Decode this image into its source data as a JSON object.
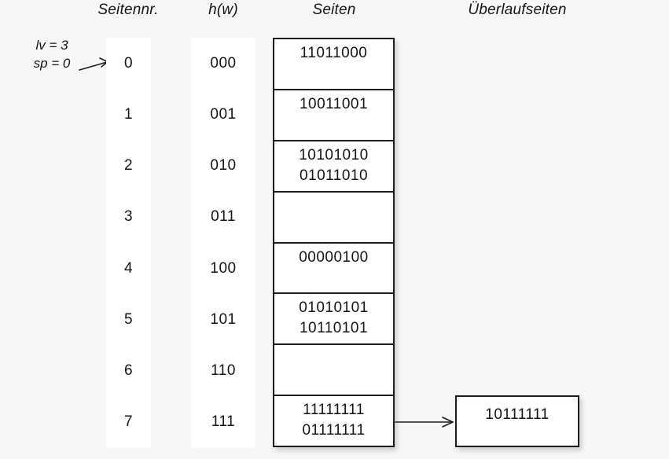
{
  "headers": {
    "page_no": "Seitennr.",
    "hash_fn": "h(w)",
    "pages": "Seiten",
    "overflow_pages": "Überlaufseiten"
  },
  "annotation": {
    "level": "lv = 3",
    "split_pointer": "sp = 0"
  },
  "table": {
    "rows": [
      {
        "page": "0",
        "hash": "000",
        "values": [
          "11011000"
        ]
      },
      {
        "page": "1",
        "hash": "001",
        "values": [
          "10011001"
        ]
      },
      {
        "page": "2",
        "hash": "010",
        "values": [
          "10101010",
          "01011010"
        ]
      },
      {
        "page": "3",
        "hash": "011",
        "values": []
      },
      {
        "page": "4",
        "hash": "100",
        "values": [
          "00000100"
        ]
      },
      {
        "page": "5",
        "hash": "101",
        "values": [
          "01010101",
          "10110101"
        ]
      },
      {
        "page": "6",
        "hash": "110",
        "values": []
      },
      {
        "page": "7",
        "hash": "111",
        "values": [
          "11111111",
          "01111111"
        ]
      }
    ]
  },
  "overflow": {
    "value": "10111111"
  },
  "colors": {
    "background": "#f7f7f8",
    "panel": "#ffffff",
    "line": "#1c1c1c",
    "text": "#141414"
  }
}
